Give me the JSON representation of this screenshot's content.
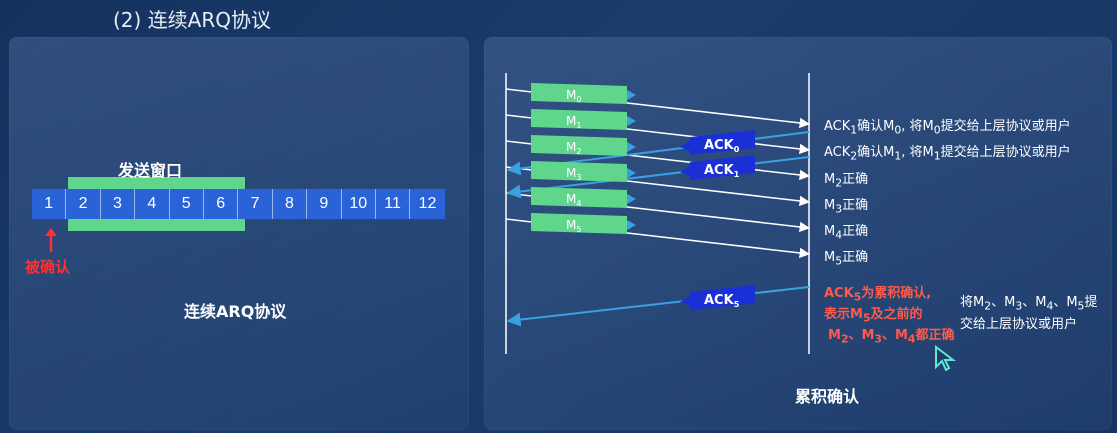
{
  "heading": "(2) 连续ARQ协议",
  "left": {
    "window_label": "发送窗口",
    "sequence": [
      "1",
      "2",
      "3",
      "4",
      "5",
      "6",
      "7",
      "8",
      "9",
      "10",
      "11",
      "12"
    ],
    "window_range": [
      2,
      6
    ],
    "confirmed_label": "被确认",
    "caption": "连续ARQ协议",
    "colors": {
      "cell": "#2a63d8",
      "window": "#5fd68c",
      "confirmed": "#ff3030"
    }
  },
  "right": {
    "frames": [
      {
        "base": "M",
        "sub": "0"
      },
      {
        "base": "M",
        "sub": "1"
      },
      {
        "base": "M",
        "sub": "2"
      },
      {
        "base": "M",
        "sub": "3"
      },
      {
        "base": "M",
        "sub": "4"
      },
      {
        "base": "M",
        "sub": "5"
      }
    ],
    "acks": [
      {
        "base": "ACK",
        "sub": "0"
      },
      {
        "base": "ACK",
        "sub": "1"
      },
      {
        "base": "ACK",
        "sub": "5"
      }
    ],
    "annotations": {
      "a1": [
        "ACK",
        "1",
        "确认M",
        "0",
        ", 将M",
        "0",
        "提交给上层协议或用户"
      ],
      "a2": [
        "ACK",
        "2",
        "确认M",
        "1",
        ", 将M",
        "1",
        "提交给上层协议或用户"
      ],
      "a3": [
        "M",
        "2",
        "正确"
      ],
      "a4": [
        "M",
        "3",
        "正确"
      ],
      "a5": [
        "M",
        "4",
        "正确"
      ],
      "a6": [
        "M",
        "5",
        "正确"
      ],
      "red1": [
        "ACK",
        "5",
        "为累积确认,"
      ],
      "red2": [
        "表示M",
        "5",
        "及之前的"
      ],
      "red3": [
        "M",
        "2",
        "、M",
        "3",
        "、M",
        "4",
        "都正确"
      ],
      "side1": [
        "将M",
        "2",
        "、M",
        "3",
        "、M",
        "4",
        "、M",
        "5",
        "提"
      ],
      "side2": [
        "交给上层协议或用户"
      ]
    },
    "caption": "累积确认",
    "colors": {
      "frame": "#5fd68c",
      "ack": "#1a2fd6",
      "ack_line": "#3aa0e0",
      "note": "#ff5a4a"
    }
  }
}
